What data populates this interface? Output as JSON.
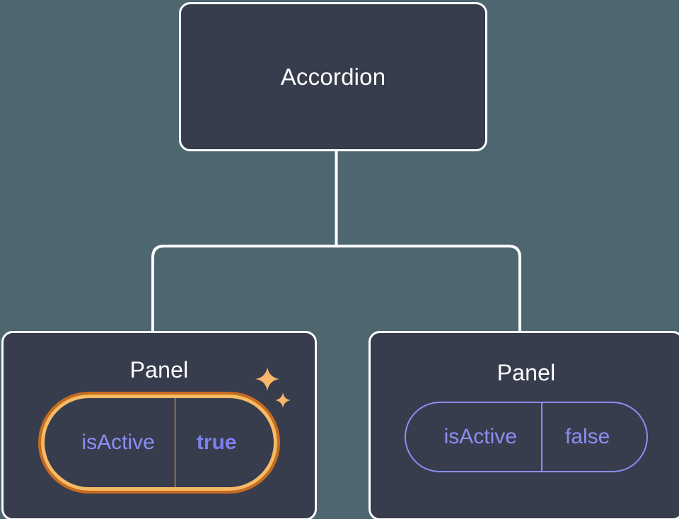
{
  "theme": {
    "background": "#4d6670",
    "card_fill": "#373d4d",
    "card_border": "#ffffff",
    "connector": "#ffffff",
    "prop_text": "#8b8ef2",
    "prop_value_highlight": "#7c80f1",
    "highlight_inner_ring": "#f8bb65",
    "highlight_outer_ring": "#c86c1e",
    "sparkle": "#f8b768"
  },
  "tree": {
    "root": {
      "title": "Accordion"
    },
    "children": [
      {
        "title": "Panel",
        "highlighted": true,
        "prop": {
          "key": "isActive",
          "value": "true"
        },
        "sparkle_large_icon": "sparkle-star-icon",
        "sparkle_small_icon": "sparkle-star-icon"
      },
      {
        "title": "Panel",
        "highlighted": false,
        "prop": {
          "key": "isActive",
          "value": "false"
        }
      }
    ]
  }
}
